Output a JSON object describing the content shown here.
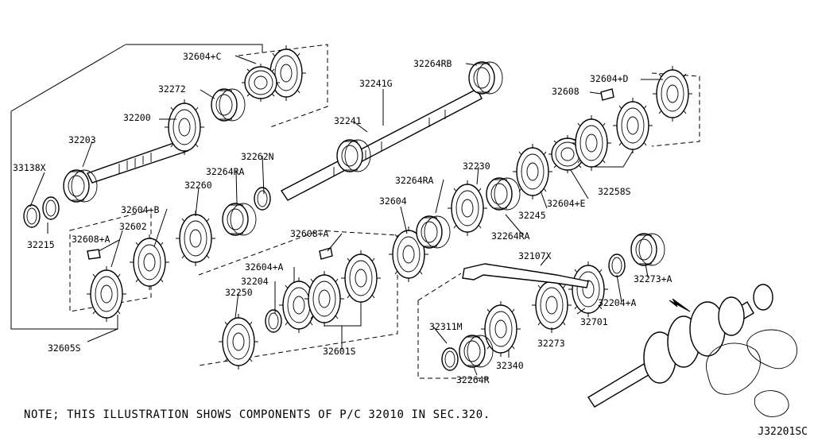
{
  "diagram": {
    "labels": {
      "p32604C": "32604+C",
      "p32264RB": "32264RB",
      "p32272": "32272",
      "p32241G": "32241G",
      "p32200": "32200",
      "p32604D": "32604+D",
      "p32608": "32608",
      "p32241": "32241",
      "p32203": "32203",
      "p33138X": "33138X",
      "p32262N": "32262N",
      "p32230": "32230",
      "p32264RA_a": "32264RA",
      "p32264RA_b": "32264RA",
      "p32260": "32260",
      "p32604": "32604",
      "p32258S": "32258S",
      "p32604E": "32604+E",
      "p32245": "32245",
      "p32604B": "32604+B",
      "p32602": "32602",
      "p32215": "32215",
      "p32608BA": "32608+A",
      "p32608A": "32608+A",
      "p32264RA_c": "32264RA",
      "p32107X": "32107X",
      "p32604A": "32604+A",
      "p32204": "32204",
      "p32273A": "32273+A",
      "p32250": "32250",
      "p32204A": "32204+A",
      "p32701": "32701",
      "p32311M": "32311M",
      "p32273": "32273",
      "p32605S": "32605S",
      "p32601S": "32601S",
      "p32340": "32340",
      "p32264R": "32264R"
    },
    "note": "NOTE; THIS ILLUSTRATION SHOWS COMPONENTS OF P/C 32010 IN SEC.320.",
    "code": "J32201SC"
  }
}
